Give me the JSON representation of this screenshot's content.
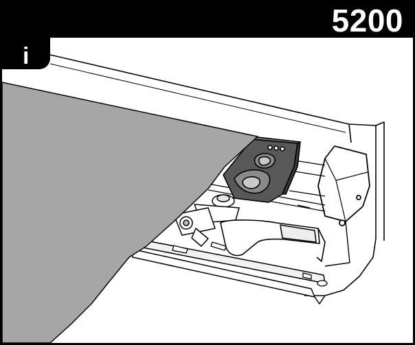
{
  "header": {
    "model_number": "5200",
    "info_label": "i"
  },
  "colors": {
    "header_background": "#000000",
    "header_text": "#ffffff",
    "cover_panel_fill": "#a6a6a6",
    "clip_fill": "#555555",
    "line_art": "#000000"
  },
  "illustration": {
    "icon": "installation-diagram"
  }
}
